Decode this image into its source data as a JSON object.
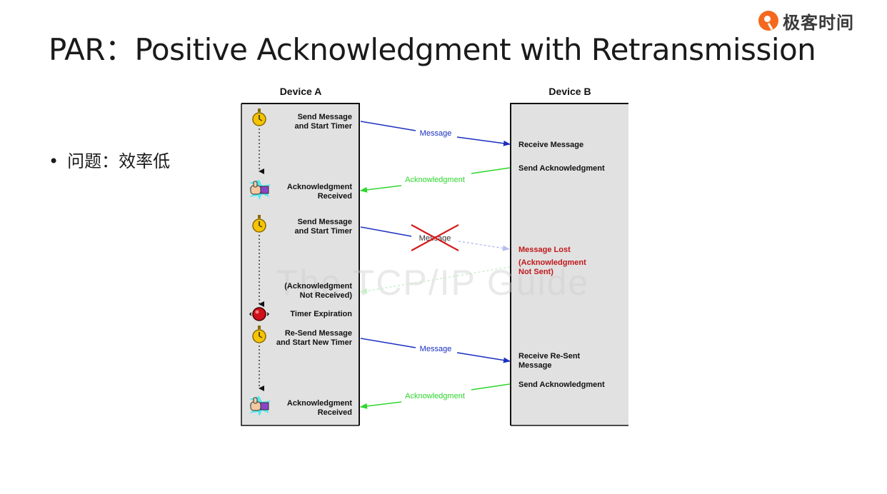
{
  "title": "PAR：Positive Acknowledgment with Retransmission",
  "brand": {
    "name": "极客时间",
    "icon": "geektime-logo-icon",
    "color": "#f5691e"
  },
  "bullets": [
    {
      "text": "问题：效率低"
    }
  ],
  "diagram": {
    "device_a_title": "Device A",
    "device_b_title": "Device B",
    "watermark": "The TCP/IP Guide",
    "colors": {
      "message": "#1a2fc0",
      "ack": "#2cd62c",
      "lost": "#c0181c",
      "panel": "#e1e1e1"
    },
    "a_labels": {
      "send1": [
        "Send Message",
        "and Start Timer"
      ],
      "ack1": [
        "Acknowledgment",
        "Received"
      ],
      "send2": [
        "Send Message",
        "and Start Timer"
      ],
      "noack": [
        "(Acknowledgment",
        "Not Received)"
      ],
      "timeout": "Timer Expiration",
      "resend": [
        "Re-Send Message",
        "and Start New Timer"
      ],
      "ack2": [
        "Acknowledgment",
        "Received"
      ]
    },
    "b_labels": {
      "recv1": "Receive Message",
      "sendack1": "Send Acknowledgment",
      "lost": "Message Lost",
      "notsent": [
        "(Acknowledgment",
        "Not Sent)"
      ],
      "recv2": [
        "Receive Re-Sent",
        "Message"
      ],
      "sendack2": "Send Acknowledgment"
    },
    "arrows": {
      "msg1": "Message",
      "ack1": "Acknowledgment",
      "msg2": "Message",
      "msg3": "Message",
      "ack2": "Acknowledgment"
    },
    "icons": {
      "stopwatch": "stopwatch-icon",
      "thumbs_up": "thumbs-up-icon",
      "alarm": "red-alarm-icon",
      "cross": "red-x-icon"
    }
  }
}
